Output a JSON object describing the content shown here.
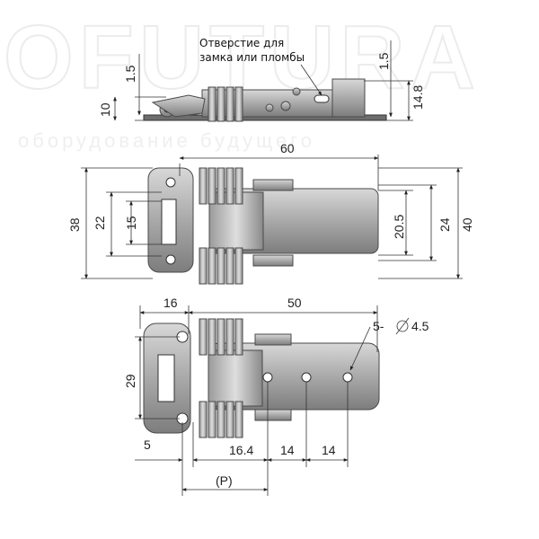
{
  "watermark": {
    "brand": "OFUTURA",
    "slogan": "оборудование будущего"
  },
  "callout": {
    "line1": "Отверстие для",
    "line2": "замка или пломбы"
  },
  "side_view": {
    "dim_top_left": "1.5",
    "dim_height_left": "10",
    "dim_top_right": "1.5",
    "dim_height_right": "14.8"
  },
  "top_view": {
    "dim_length": "60",
    "dim_height_outer": "38",
    "dim_inner_22": "22",
    "dim_inner_15": "15",
    "dim_plate_20_5": "20.5",
    "dim_plate_24": "24",
    "dim_total_40": "40"
  },
  "bottom_view": {
    "dim_16": "16",
    "dim_50": "50",
    "dim_holes": "5-",
    "dim_hole_dia": "4.5",
    "dim_29": "29",
    "dim_5": "5",
    "dim_16_4": "16.4",
    "dim_14a": "14",
    "dim_14b": "14",
    "dim_p": "(P)"
  }
}
